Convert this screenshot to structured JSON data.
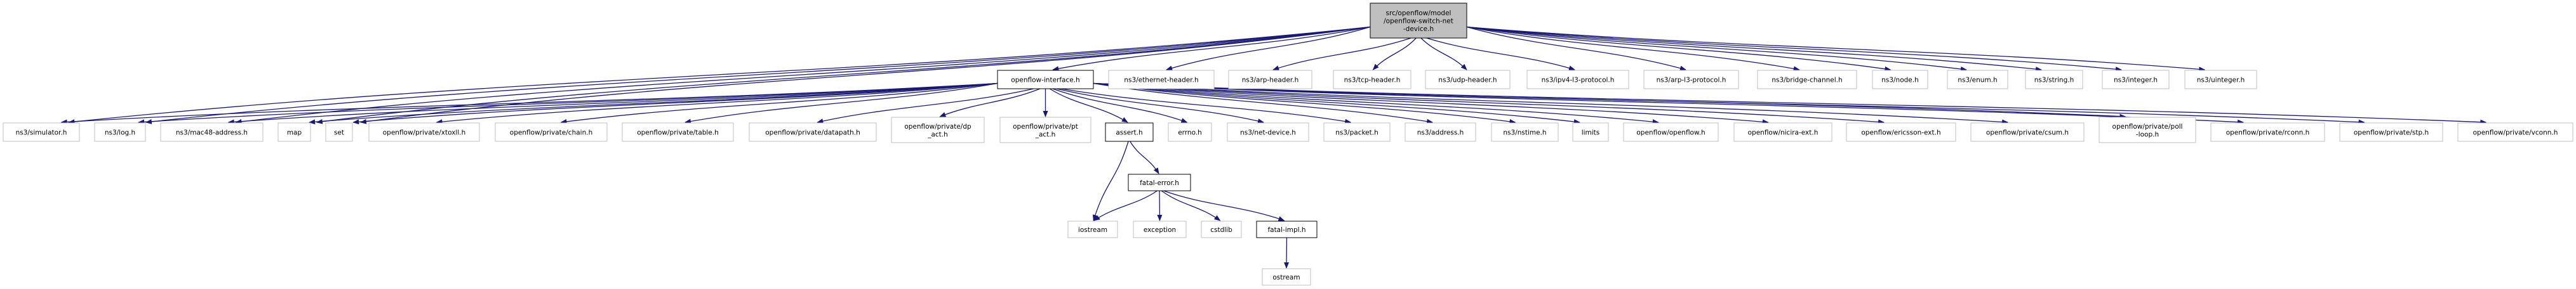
{
  "diagram": {
    "type": "include-dependency-graph",
    "colors": {
      "edge": "#191970",
      "root_fill": "#bfbfbf",
      "root_border": "#000000",
      "documented_border": "#000000",
      "undocumented_border": "#bfbfbf",
      "node_fill": "#ffffff"
    },
    "nodes": [
      {
        "id": "root",
        "label": [
          "src/openflow/model",
          "/openflow-switch-net",
          "-device.h"
        ],
        "kind": "root"
      },
      {
        "id": "openflow-interface",
        "label": [
          "openflow-interface.h"
        ],
        "kind": "documented"
      },
      {
        "id": "ethernet-header",
        "label": [
          "ns3/ethernet-header.h"
        ],
        "kind": "external"
      },
      {
        "id": "arp-header",
        "label": [
          "ns3/arp-header.h"
        ],
        "kind": "external"
      },
      {
        "id": "tcp-header",
        "label": [
          "ns3/tcp-header.h"
        ],
        "kind": "external"
      },
      {
        "id": "udp-header",
        "label": [
          "ns3/udp-header.h"
        ],
        "kind": "external"
      },
      {
        "id": "ipv4-l3-protocol",
        "label": [
          "ns3/ipv4-l3-protocol.h"
        ],
        "kind": "external"
      },
      {
        "id": "arp-l3-protocol",
        "label": [
          "ns3/arp-l3-protocol.h"
        ],
        "kind": "external"
      },
      {
        "id": "bridge-channel",
        "label": [
          "ns3/bridge-channel.h"
        ],
        "kind": "external"
      },
      {
        "id": "node",
        "label": [
          "ns3/node.h"
        ],
        "kind": "external"
      },
      {
        "id": "enum",
        "label": [
          "ns3/enum.h"
        ],
        "kind": "external"
      },
      {
        "id": "string",
        "label": [
          "ns3/string.h"
        ],
        "kind": "external"
      },
      {
        "id": "integer",
        "label": [
          "ns3/integer.h"
        ],
        "kind": "external"
      },
      {
        "id": "uinteger",
        "label": [
          "ns3/uinteger.h"
        ],
        "kind": "external"
      },
      {
        "id": "simulator",
        "label": [
          "ns3/simulator.h"
        ],
        "kind": "external"
      },
      {
        "id": "log",
        "label": [
          "ns3/log.h"
        ],
        "kind": "external"
      },
      {
        "id": "mac48-address",
        "label": [
          "ns3/mac48-address.h"
        ],
        "kind": "external"
      },
      {
        "id": "map",
        "label": [
          "map"
        ],
        "kind": "external"
      },
      {
        "id": "set",
        "label": [
          "set"
        ],
        "kind": "external"
      },
      {
        "id": "xtoxll",
        "label": [
          "openflow/private/xtoxll.h"
        ],
        "kind": "external"
      },
      {
        "id": "chain",
        "label": [
          "openflow/private/chain.h"
        ],
        "kind": "external"
      },
      {
        "id": "table",
        "label": [
          "openflow/private/table.h"
        ],
        "kind": "external"
      },
      {
        "id": "datapath",
        "label": [
          "openflow/private/datapath.h"
        ],
        "kind": "external"
      },
      {
        "id": "dp_act",
        "label": [
          "openflow/private/dp",
          "_act.h"
        ],
        "kind": "external"
      },
      {
        "id": "pt_act",
        "label": [
          "openflow/private/pt",
          "_act.h"
        ],
        "kind": "external"
      },
      {
        "id": "assert",
        "label": [
          "assert.h"
        ],
        "kind": "documented"
      },
      {
        "id": "errno",
        "label": [
          "errno.h"
        ],
        "kind": "external"
      },
      {
        "id": "net-device",
        "label": [
          "ns3/net-device.h"
        ],
        "kind": "external"
      },
      {
        "id": "packet",
        "label": [
          "ns3/packet.h"
        ],
        "kind": "external"
      },
      {
        "id": "address",
        "label": [
          "ns3/address.h"
        ],
        "kind": "external"
      },
      {
        "id": "nstime",
        "label": [
          "ns3/nstime.h"
        ],
        "kind": "external"
      },
      {
        "id": "limits",
        "label": [
          "limits"
        ],
        "kind": "external"
      },
      {
        "id": "openflow",
        "label": [
          "openflow/openflow.h"
        ],
        "kind": "external"
      },
      {
        "id": "nicira-ext",
        "label": [
          "openflow/nicira-ext.h"
        ],
        "kind": "external"
      },
      {
        "id": "ericsson-ext",
        "label": [
          "openflow/ericsson-ext.h"
        ],
        "kind": "external"
      },
      {
        "id": "csum",
        "label": [
          "openflow/private/csum.h"
        ],
        "kind": "external"
      },
      {
        "id": "poll-loop",
        "label": [
          "openflow/private/poll",
          "-loop.h"
        ],
        "kind": "external"
      },
      {
        "id": "rconn",
        "label": [
          "openflow/private/rconn.h"
        ],
        "kind": "external"
      },
      {
        "id": "stp",
        "label": [
          "openflow/private/stp.h"
        ],
        "kind": "external"
      },
      {
        "id": "vconn",
        "label": [
          "openflow/private/vconn.h"
        ],
        "kind": "external"
      },
      {
        "id": "fatal-error",
        "label": [
          "fatal-error.h"
        ],
        "kind": "documented"
      },
      {
        "id": "iostream",
        "label": [
          "iostream"
        ],
        "kind": "external"
      },
      {
        "id": "exception",
        "label": [
          "exception"
        ],
        "kind": "external"
      },
      {
        "id": "cstdlib",
        "label": [
          "cstdlib"
        ],
        "kind": "external"
      },
      {
        "id": "fatal-impl",
        "label": [
          "fatal-impl.h"
        ],
        "kind": "documented"
      },
      {
        "id": "ostream",
        "label": [
          "ostream"
        ],
        "kind": "external"
      }
    ],
    "edges": [
      [
        "root",
        "openflow-interface"
      ],
      [
        "root",
        "ethernet-header"
      ],
      [
        "root",
        "arp-header"
      ],
      [
        "root",
        "tcp-header"
      ],
      [
        "root",
        "udp-header"
      ],
      [
        "root",
        "ipv4-l3-protocol"
      ],
      [
        "root",
        "arp-l3-protocol"
      ],
      [
        "root",
        "bridge-channel"
      ],
      [
        "root",
        "node"
      ],
      [
        "root",
        "enum"
      ],
      [
        "root",
        "string"
      ],
      [
        "root",
        "integer"
      ],
      [
        "root",
        "uinteger"
      ],
      [
        "root",
        "simulator"
      ],
      [
        "root",
        "log"
      ],
      [
        "root",
        "mac48-address"
      ],
      [
        "root",
        "map"
      ],
      [
        "root",
        "set"
      ],
      [
        "openflow-interface",
        "simulator"
      ],
      [
        "openflow-interface",
        "log"
      ],
      [
        "openflow-interface",
        "mac48-address"
      ],
      [
        "openflow-interface",
        "map"
      ],
      [
        "openflow-interface",
        "set"
      ],
      [
        "openflow-interface",
        "xtoxll"
      ],
      [
        "openflow-interface",
        "chain"
      ],
      [
        "openflow-interface",
        "table"
      ],
      [
        "openflow-interface",
        "datapath"
      ],
      [
        "openflow-interface",
        "dp_act"
      ],
      [
        "openflow-interface",
        "pt_act"
      ],
      [
        "openflow-interface",
        "assert"
      ],
      [
        "openflow-interface",
        "errno"
      ],
      [
        "openflow-interface",
        "net-device"
      ],
      [
        "openflow-interface",
        "packet"
      ],
      [
        "openflow-interface",
        "address"
      ],
      [
        "openflow-interface",
        "nstime"
      ],
      [
        "openflow-interface",
        "limits"
      ],
      [
        "openflow-interface",
        "openflow"
      ],
      [
        "openflow-interface",
        "nicira-ext"
      ],
      [
        "openflow-interface",
        "ericsson-ext"
      ],
      [
        "openflow-interface",
        "csum"
      ],
      [
        "openflow-interface",
        "poll-loop"
      ],
      [
        "openflow-interface",
        "rconn"
      ],
      [
        "openflow-interface",
        "stp"
      ],
      [
        "openflow-interface",
        "vconn"
      ],
      [
        "assert",
        "iostream"
      ],
      [
        "assert",
        "fatal-error"
      ],
      [
        "fatal-error",
        "iostream"
      ],
      [
        "fatal-error",
        "exception"
      ],
      [
        "fatal-error",
        "cstdlib"
      ],
      [
        "fatal-error",
        "fatal-impl"
      ],
      [
        "fatal-impl",
        "ostream"
      ]
    ]
  }
}
